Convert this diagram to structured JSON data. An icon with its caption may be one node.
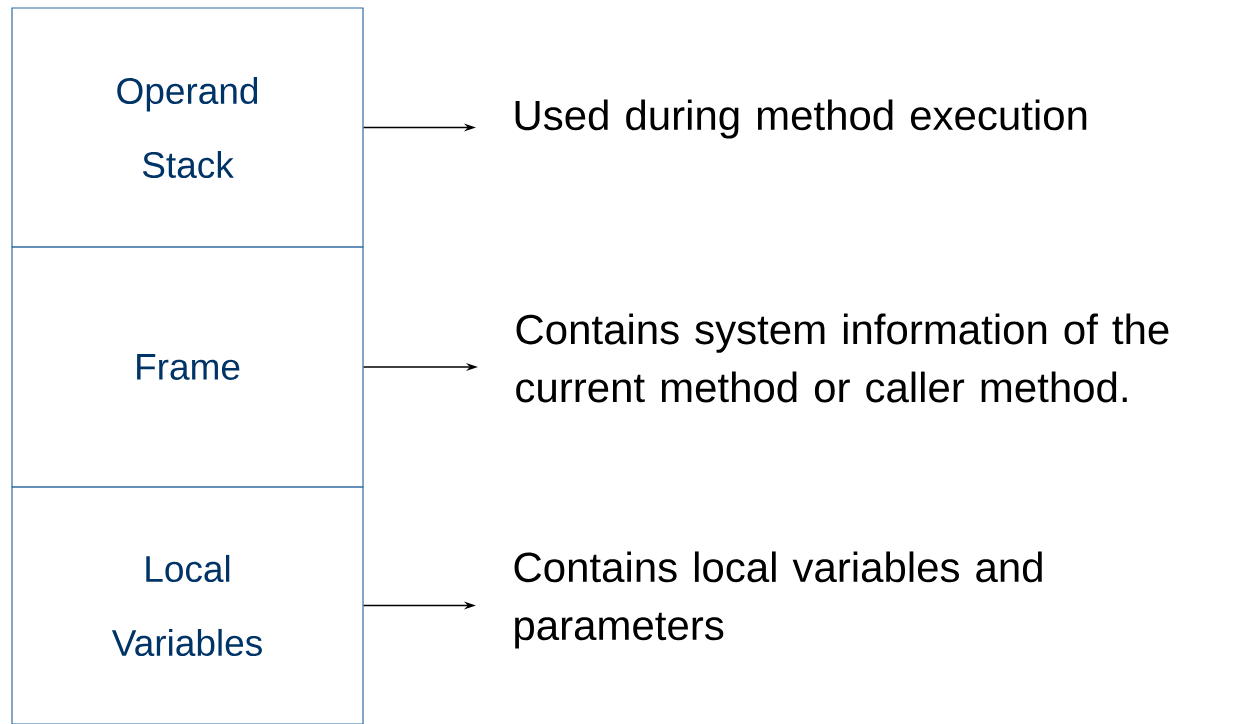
{
  "diagram": {
    "nodes": [
      {
        "text": [
          "Operand Stack"
        ]
      },
      {
        "text": [
          "Frame"
        ]
      },
      {
        "text": [
          "Local Variables"
        ]
      },
      {
        "text": [
          "Used during method execution"
        ]
      },
      {
        "text": [
          "Contains system information of the current method or caller method."
        ]
      },
      {
        "text": [
          "Contains local variables and parameters"
        ]
      }
    ],
    "edges": [
      {
        "from": 0,
        "to": 3,
        "arrow": "to"
      },
      {
        "from": 1,
        "to": 4,
        "arrow": "to"
      },
      {
        "from": 2,
        "to": 5,
        "arrow": "to"
      }
    ]
  }
}
